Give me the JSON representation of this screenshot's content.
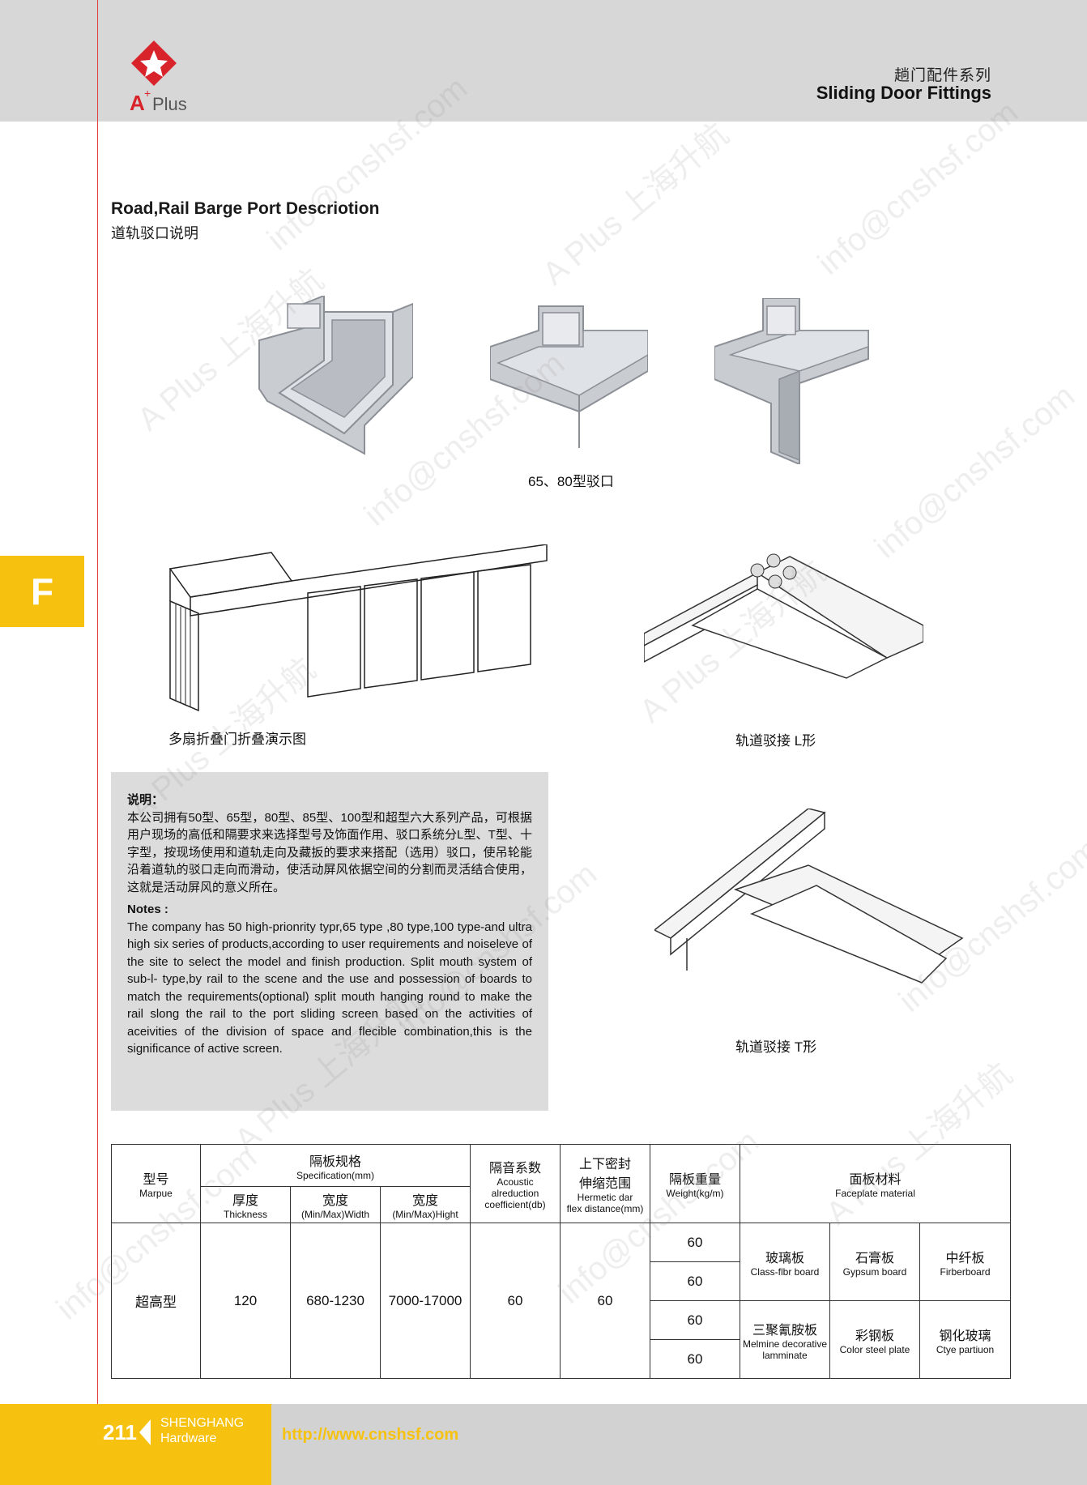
{
  "header": {
    "title_cn": "趟门配件系列",
    "title_en": "Sliding Door Fittings",
    "logo_text": "A+ Plus"
  },
  "section": {
    "title": "Road,Rail Barge Port Descriotion",
    "subtitle": "道轨驳口说明"
  },
  "side_tab": "F",
  "figures": {
    "profiles_caption": "65、80型驳口",
    "folding_caption": "多扇折叠门折叠演示图",
    "l_joint_caption": "轨道驳接  L形",
    "t_joint_caption": "轨道驳接  T形"
  },
  "notes": {
    "cn_heading": "说明：",
    "cn_body": "本公司拥有50型、65型，80型、85型、100型和超型六大系列产品，可根据用户现场的高低和隔要求来选择型号及饰面作用、驳口系统分L型、T型、十字型，按现场使用和道轨走向及藏扳的要求来搭配（选用）驳口，使吊轮能沿着道轨的驳口走向而滑动，使活动屏风依据空间的分割而灵活结合使用，这就是活动屏风的意义所在。",
    "en_heading": "Notes :",
    "en_body": "The company has 50 high-prionrity typr,65 type ,80 type,100 type-and ultra high six series of products,according to user requirements and noiseleve of the site to select the model and finish production. Split mouth system of sub-l- type,by rail to the scene and the use and possession of boards to match the requirements(optional) split mouth hanging round to make the rail slong the rail to the port sliding screen based on the activities of aceivities of the division of space and flecible combination,this is the significance of active screen."
  },
  "table": {
    "h_model_cn": "型号",
    "h_model_en": "Marpue",
    "h_spec_cn": "隔板规格",
    "h_spec_en": "Specification(mm)",
    "h_thick_cn": "厚度",
    "h_thick_en": "Thickness",
    "h_width_cn": "宽度",
    "h_width_en": "(Min/Max)Width",
    "h_height_cn": "宽度",
    "h_height_en": "(Min/Max)Hight",
    "h_acoustic_cn": "隔音系数",
    "h_acoustic_en1": "Acoustic",
    "h_acoustic_en2": "alreduction",
    "h_acoustic_en3": "coefficient(db)",
    "h_seal_cn1": "上下密封",
    "h_seal_cn2": "伸缩范围",
    "h_seal_en1": "Hermetic dar",
    "h_seal_en2": "flex distance(mm)",
    "h_weight_cn": "隔板重量",
    "h_weight_en": "Weight(kg/m)",
    "h_face_cn": "面板材料",
    "h_face_en": "Faceplate material",
    "model": "超高型",
    "thickness": "120",
    "width": "680-1230",
    "height": "7000-17000",
    "acoustic": "60",
    "seal": "60",
    "weights": [
      "60",
      "60",
      "60",
      "60"
    ],
    "materials": [
      {
        "cn": "玻璃板",
        "en": "Class-flbr board"
      },
      {
        "cn": "石膏板",
        "en": "Gypsum board"
      },
      {
        "cn": "中纤板",
        "en": "Firberboard"
      },
      {
        "cn": "三聚氰胺板",
        "en": "Melmine decorative lamminate"
      },
      {
        "cn": "彩钢板",
        "en": "Color steel plate"
      },
      {
        "cn": "钢化玻璃",
        "en": "Ctye partiuon"
      }
    ]
  },
  "footer": {
    "page_number": "211",
    "brand_line1": "SHENGHANG",
    "brand_line2": "Hardware",
    "url": "http://www.cnshsf.com"
  },
  "watermarks": {
    "email": "info@cnshsf.com",
    "brand": "A Plus 上海升航"
  },
  "colors": {
    "accent_yellow": "#f6c20f",
    "header_gray": "#d7d7d8",
    "notes_gray": "#dcdcdd",
    "logo_red": "#d8232a"
  }
}
